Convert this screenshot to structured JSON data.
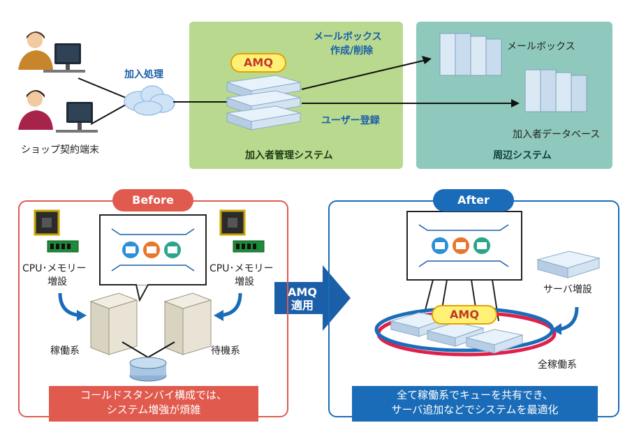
{
  "top": {
    "terminal_label": "ショップ契約端末",
    "enroll_label": "加入処理",
    "amq_tag": "AMQ",
    "system_label": "加入者管理システム",
    "mailbox_action_line1": "メールボックス",
    "mailbox_action_line2": "作成/削除",
    "user_registration": "ユーザー登録",
    "periphery_label": "周辺システム",
    "mailbox_label": "メールボックス",
    "subscriber_db_label": "加入者データベース"
  },
  "before": {
    "title": "Before",
    "cpu_left_line1": "CPU･メモリー",
    "cpu_left_line2": "増設",
    "cpu_right_line1": "CPU･メモリー",
    "cpu_right_line2": "増設",
    "active_label": "稼働系",
    "standby_label": "待機系",
    "banner_line1": "コールドスタンバイ構成では、",
    "banner_line2": "システム増強が煩雑"
  },
  "arrow": {
    "line1": "AMQ",
    "line2": "適用"
  },
  "after": {
    "title": "After",
    "server_add_label": "サーバ増設",
    "amq_tag": "AMQ",
    "all_active_label": "全稼働系",
    "banner_line1": "全て稼働系でキューを共有でき、",
    "banner_line2": "サーバ追加などでシステムを最適化"
  },
  "colors": {
    "green_panel": "#b9d98f",
    "teal_panel": "#8fc9bd",
    "before_red": "#e05a4e",
    "after_blue": "#1a6cb8",
    "label_blue": "#1a5fa8"
  }
}
